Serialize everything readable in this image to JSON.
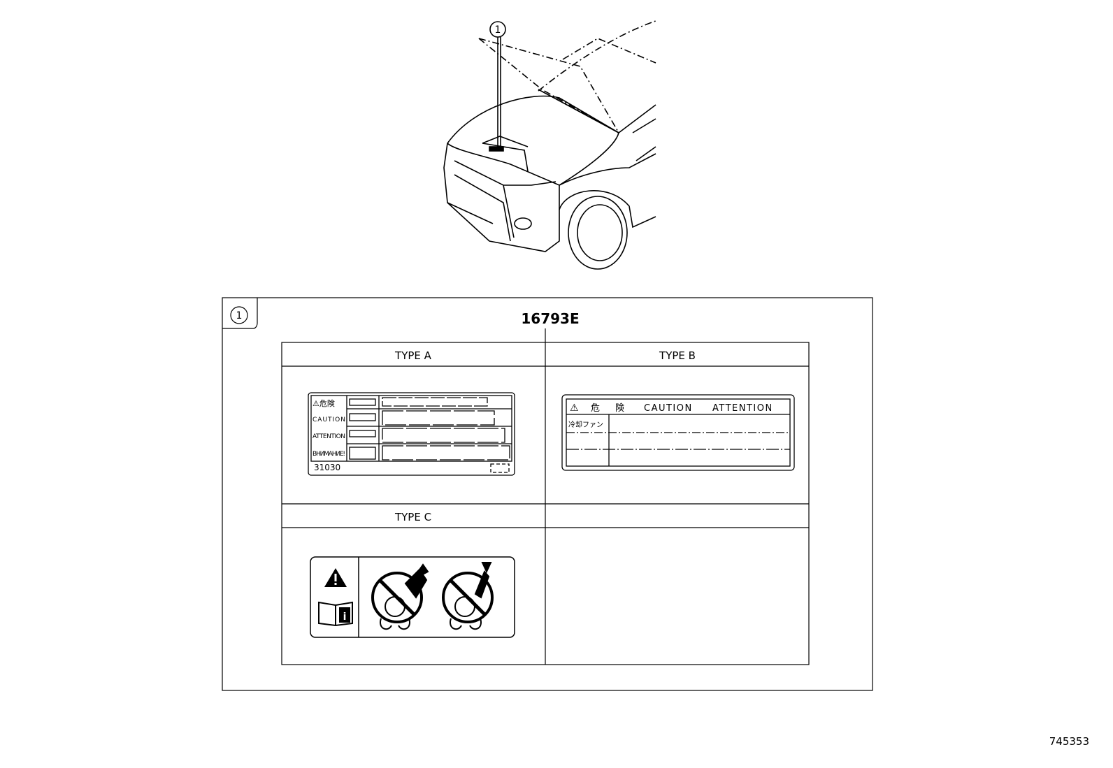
{
  "callout_number": "1",
  "part_number": "16793E",
  "types": {
    "a": {
      "label": "TYPE A",
      "sticker": {
        "rows": [
          "⚠危険",
          "CAUTION",
          "ATTENTION",
          "BHИMAHИE!"
        ],
        "code": "31030"
      }
    },
    "b": {
      "label": "TYPE B",
      "sticker": {
        "header_warning": "⚠",
        "header_jp_1": "危",
        "header_jp_2": "険",
        "header_caution": "CAUTION",
        "header_attention": "ATTENTION",
        "row_1": "冷却ファン"
      }
    },
    "c": {
      "label": "TYPE C",
      "sticker": {
        "icons": [
          "warning-triangle-icon",
          "manual-info-icon",
          "no-hand-near-fan-icon",
          "no-tool-near-fan-icon"
        ]
      }
    }
  },
  "drawing_id": "745353"
}
